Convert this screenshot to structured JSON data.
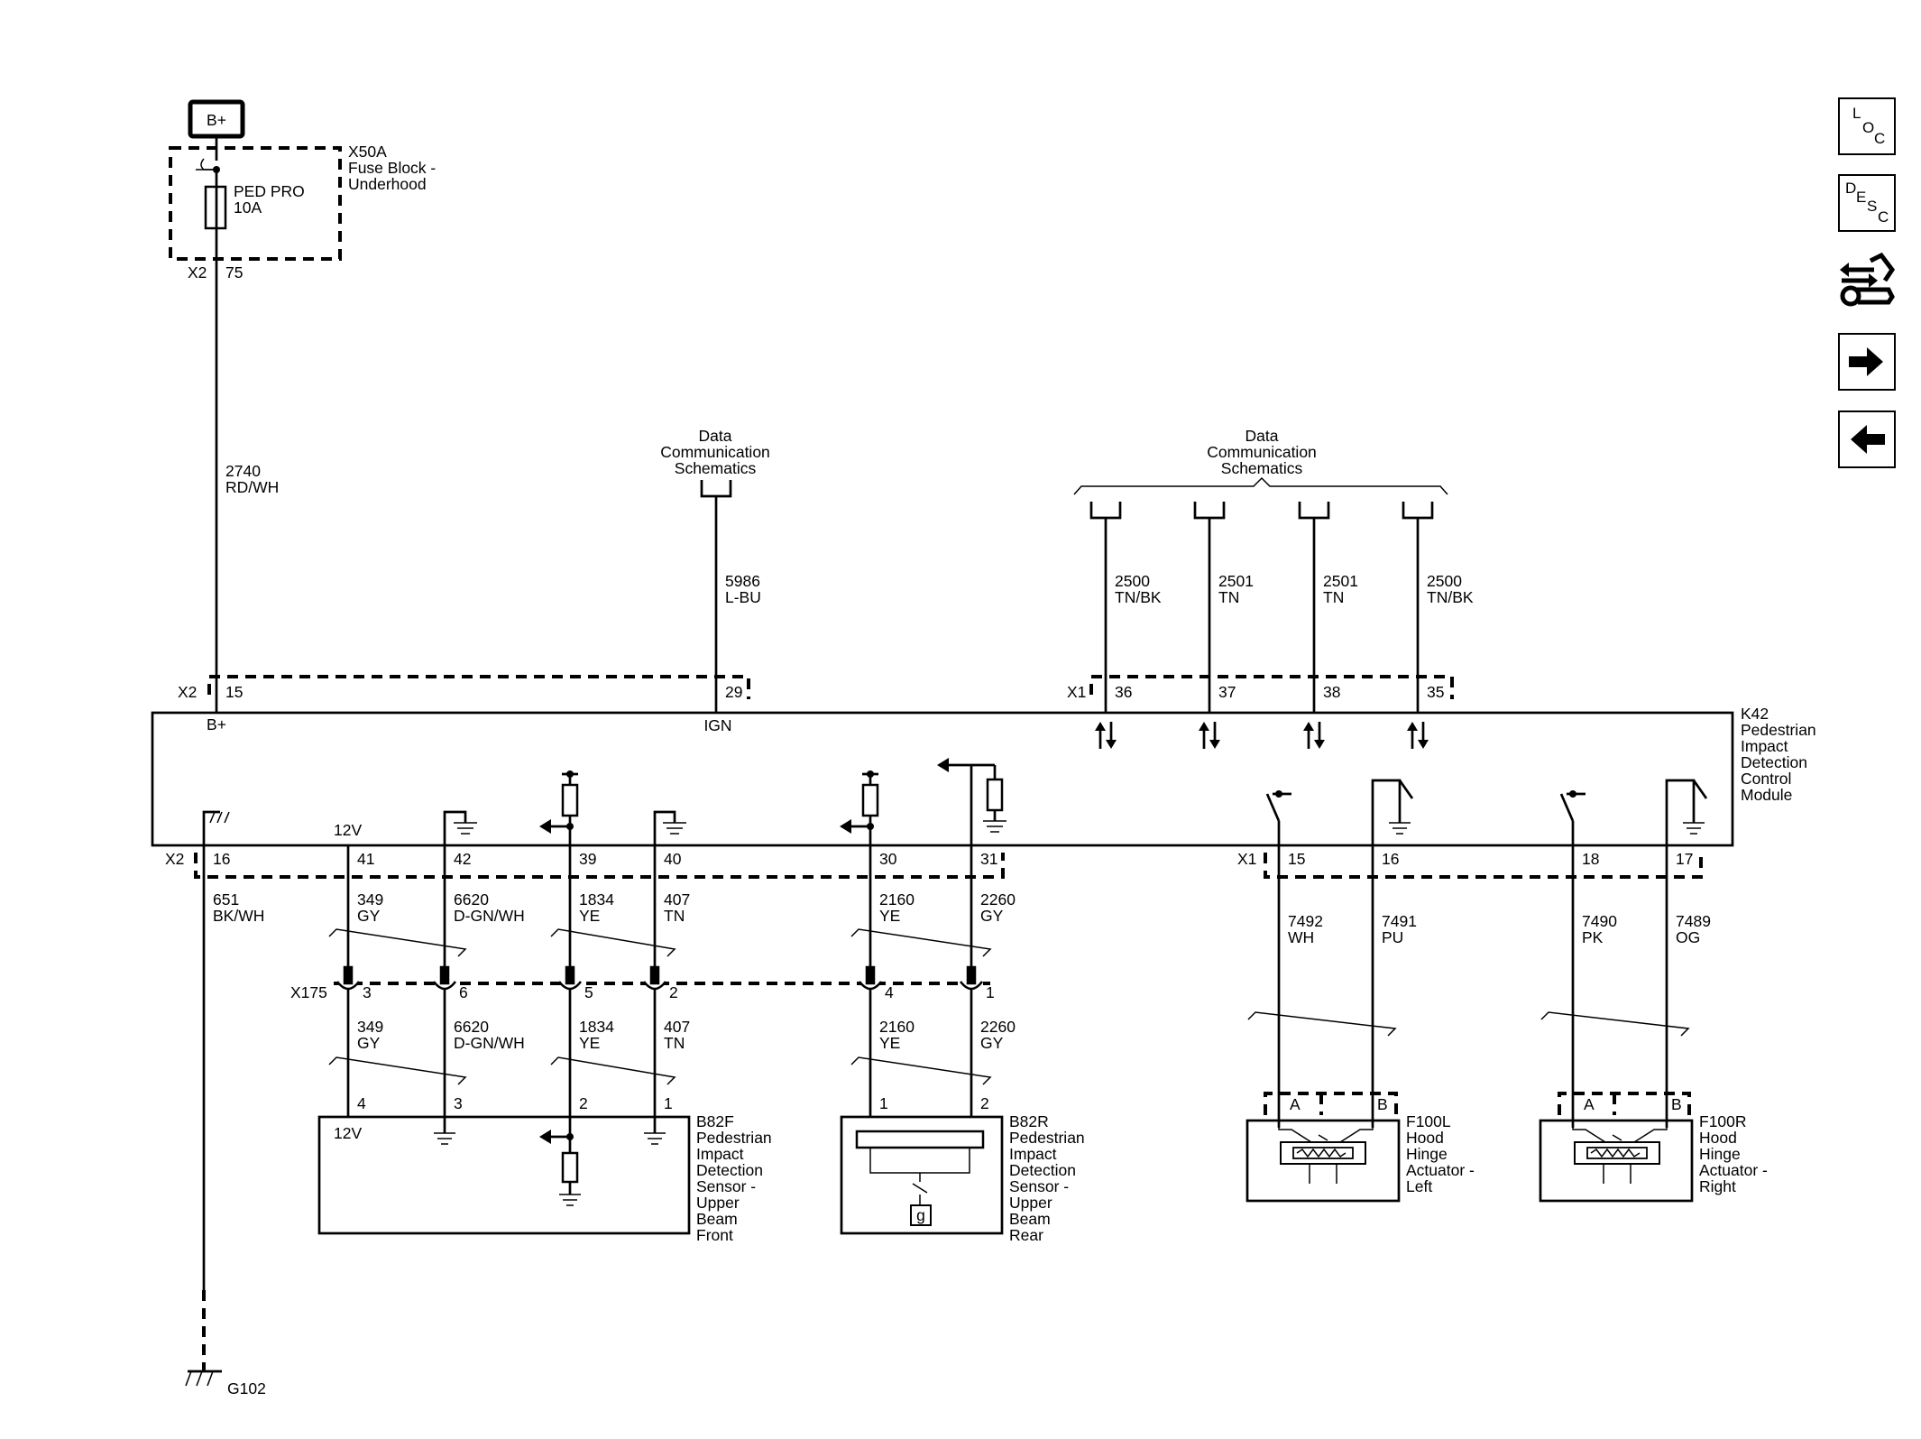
{
  "battery": "B+",
  "fuse_block": {
    "ref": "X50A",
    "name_line1": "Fuse Block -",
    "name_line2": "Underhood",
    "fuse_line1": "PED PRO",
    "fuse_line2": "10A",
    "connector": "X2",
    "pin": "75"
  },
  "feed_wire": {
    "circuit": "2740",
    "color": "RD/WH"
  },
  "data_comm_left": {
    "line1": "Data",
    "line2": "Communication",
    "line3": "Schematics"
  },
  "data_comm_right": {
    "line1": "Data",
    "line2": "Communication",
    "line3": "Schematics"
  },
  "ign_wire": {
    "circuit": "5986",
    "color": "L-BU"
  },
  "data_wires": [
    {
      "circuit": "2500",
      "color": "TN/BK",
      "pin": "36"
    },
    {
      "circuit": "2501",
      "color": "TN",
      "pin": "37"
    },
    {
      "circuit": "2501",
      "color": "TN",
      "pin": "38"
    },
    {
      "circuit": "2500",
      "color": "TN/BK",
      "pin": "35"
    }
  ],
  "module": {
    "ref": "K42",
    "line1": "Pedestrian",
    "line2": "Impact",
    "line3": "Detection",
    "line4": "Control",
    "line5": "Module",
    "b_plus": "B+",
    "ign": "IGN",
    "twelve_v": "12V"
  },
  "top_connectors": {
    "x2": "X2",
    "pin15": "15",
    "pin29": "29",
    "x1": "X1"
  },
  "bottom_connectors": {
    "x2": "X2",
    "x1": "X1"
  },
  "module_pins_bottom": [
    "16",
    "41",
    "42",
    "39",
    "40",
    "30",
    "31",
    "15",
    "16",
    "18",
    "17"
  ],
  "ground_wire": {
    "circuit": "651",
    "color": "BK/WH"
  },
  "sensor_wires_upper": [
    {
      "circuit": "349",
      "color": "GY"
    },
    {
      "circuit": "6620",
      "color": "D-GN/WH"
    },
    {
      "circuit": "1834",
      "color": "YE"
    },
    {
      "circuit": "407",
      "color": "TN"
    },
    {
      "circuit": "2160",
      "color": "YE"
    },
    {
      "circuit": "2260",
      "color": "GY"
    }
  ],
  "inline_connector": {
    "ref": "X175",
    "pins": [
      "3",
      "6",
      "5",
      "2",
      "4",
      "1"
    ]
  },
  "sensor_wires_lower": [
    {
      "circuit": "349",
      "color": "GY"
    },
    {
      "circuit": "6620",
      "color": "D-GN/WH"
    },
    {
      "circuit": "1834",
      "color": "YE"
    },
    {
      "circuit": "407",
      "color": "TN"
    },
    {
      "circuit": "2160",
      "color": "YE"
    },
    {
      "circuit": "2260",
      "color": "GY"
    }
  ],
  "actuator_wires": [
    {
      "circuit": "7492",
      "color": "WH"
    },
    {
      "circuit": "7491",
      "color": "PU"
    },
    {
      "circuit": "7490",
      "color": "PK"
    },
    {
      "circuit": "7489",
      "color": "OG"
    }
  ],
  "front_sensor": {
    "ref": "B82F",
    "lines": [
      "Pedestrian",
      "Impact",
      "Detection",
      "Sensor -",
      "Upper",
      "Beam",
      "Front"
    ],
    "pins": [
      "4",
      "3",
      "2",
      "1"
    ],
    "twelve_v": "12V"
  },
  "rear_sensor": {
    "ref": "B82R",
    "lines": [
      "Pedestrian",
      "Impact",
      "Detection",
      "Sensor -",
      "Upper",
      "Beam",
      "Rear"
    ],
    "pins": [
      "1",
      "2"
    ],
    "g_symbol": "g"
  },
  "left_actuator": {
    "ref": "F100L",
    "lines": [
      "Hood",
      "Hinge",
      "Actuator -",
      "Left"
    ],
    "pin_a": "A",
    "pin_b": "B"
  },
  "right_actuator": {
    "ref": "F100R",
    "lines": [
      "Hood",
      "Hinge",
      "Actuator -",
      "Right"
    ],
    "pin_a": "A",
    "pin_b": "B"
  },
  "ground_point": "G102",
  "nav": {
    "loc": [
      "L",
      "O",
      "C"
    ],
    "desc": [
      "D",
      "E",
      "S",
      "C"
    ]
  }
}
